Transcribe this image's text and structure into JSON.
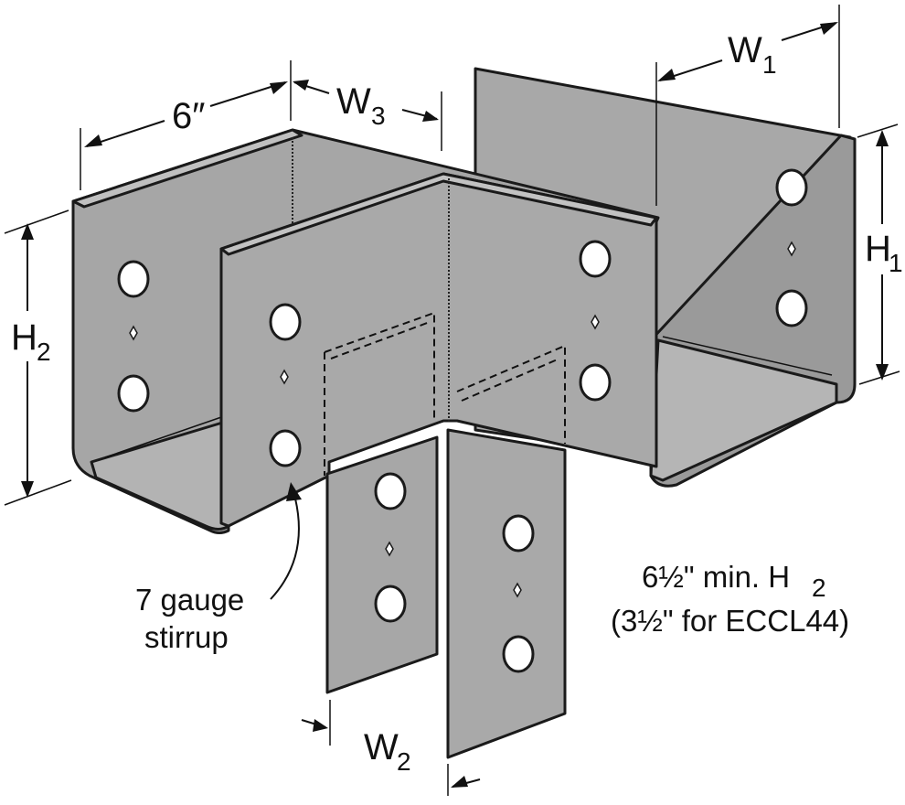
{
  "labels": {
    "dim_6in": "6″",
    "w1_main": "W",
    "w1_sub": "1",
    "w2_main": "W",
    "w2_sub": "2",
    "w3_main": "W",
    "w3_sub": "3",
    "h1_main": "H",
    "h1_sub": "1",
    "h2_main": "H",
    "h2_sub": "2"
  },
  "notes": {
    "stirrup_line1": "7 gauge",
    "stirrup_line2": "stirrup",
    "min_h2_line1": "6½\" min. H",
    "min_h2_sub": "2",
    "min_h2_line2": "(3½\" for ECCL44)"
  },
  "colors": {
    "metal_face": "#a6a6a6",
    "metal_light": "#b8b8b8",
    "metal_dark": "#8c8c8c",
    "outline": "#1a1a1a"
  }
}
